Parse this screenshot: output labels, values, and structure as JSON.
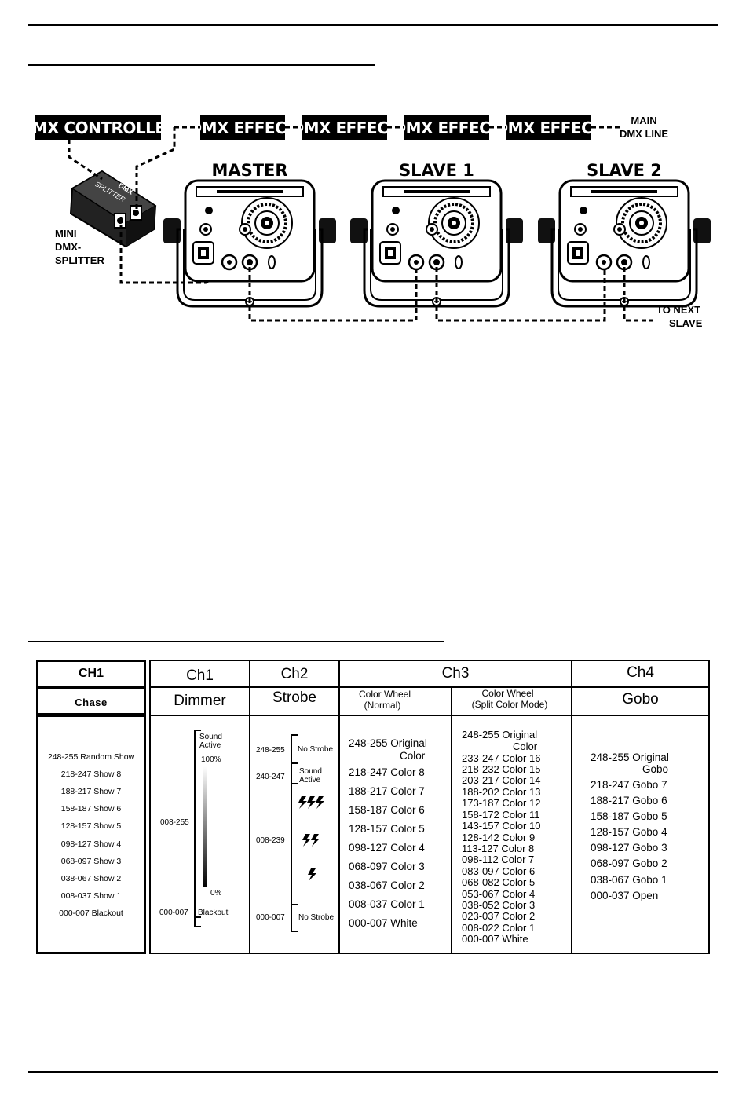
{
  "diagram": {
    "controller_label": "DMX CONTROLLER",
    "effect_labels": [
      "DMX EFFECT",
      "DMX EFFECT",
      "DMX EFFECT",
      "DMX EFFECT"
    ],
    "main_line_label": [
      "MAIN",
      "DMX LINE"
    ],
    "splitter_label": [
      "MINI",
      "DMX-",
      "SPLITTER"
    ],
    "splitter_device_text": [
      "DMX",
      "SPLITTER"
    ],
    "unit_titles": [
      "MASTER",
      "SLAVE 1",
      "SLAVE 2"
    ],
    "next_slave_label": [
      "TO NEXT",
      "SLAVE"
    ]
  },
  "table": {
    "ch1": {
      "header": "CH1",
      "subheader": "Chase",
      "rows": [
        "248-255 Random Show",
        "218-247 Show 8",
        "188-217 Show 7",
        "158-187 Show 6",
        "128-157 Show 5",
        "098-127 Show 4",
        "068-097 Show 3",
        "038-067 Show 2",
        "008-037 Show 1",
        "000-007 Blackout"
      ]
    },
    "dimmer": {
      "header": "Ch1",
      "subheader": "Dimmer",
      "sound_active": [
        "Sound",
        "Active"
      ],
      "pct_top": "100%",
      "pct_bottom": "0%",
      "range_main": "008-255",
      "range_low": "000-007",
      "blackout": "Blackout"
    },
    "strobe": {
      "header": "Ch2",
      "subheader": "Strobe",
      "range_1": "248-255",
      "label_1": "No Strobe",
      "range_2": "240-247",
      "label_2": [
        "Sound",
        "Active"
      ],
      "range_3": "008-239",
      "range_4": "000-007",
      "label_4": "No Strobe",
      "bolt_icon": "lightning-bolt"
    },
    "ch3": {
      "header": "Ch3",
      "normal": {
        "subheader": [
          "Color Wheel",
          "(Normal)"
        ],
        "rows": [
          "248-255  Original",
          "Color",
          "218-247  Color 8",
          "188-217  Color 7",
          "158-187  Color 6",
          "128-157  Color 5",
          "098-127  Color 4",
          "068-097  Color 3",
          "038-067  Color 2",
          "008-037  Color 1",
          "000-007  White"
        ]
      },
      "split": {
        "subheader": [
          "Color Wheel",
          "(Split Color Mode)"
        ],
        "rows": [
          "248-255  Original",
          "Color",
          "233-247  Color 16",
          "218-232  Color 15",
          "203-217  Color 14",
          "188-202  Color 13",
          "173-187  Color 12",
          "158-172  Color 11",
          "143-157  Color 10",
          "128-142  Color 9",
          "113-127  Color 8",
          "098-112  Color 7",
          "083-097  Color 6",
          "068-082  Color 5",
          "053-067  Color 4",
          "038-052  Color 3",
          "023-037  Color 2",
          "008-022  Color 1",
          "000-007  White"
        ]
      }
    },
    "ch4": {
      "header": "Ch4",
      "subheader": "Gobo",
      "rows": [
        "248-255  Original",
        "Gobo",
        "218-247  Gobo 7",
        "188-217  Gobo 6",
        "158-187  Gobo 5",
        "128-157  Gobo 4",
        "098-127  Gobo 3",
        "068-097  Gobo 2",
        "038-067  Gobo 1",
        "000-037  Open"
      ]
    }
  }
}
